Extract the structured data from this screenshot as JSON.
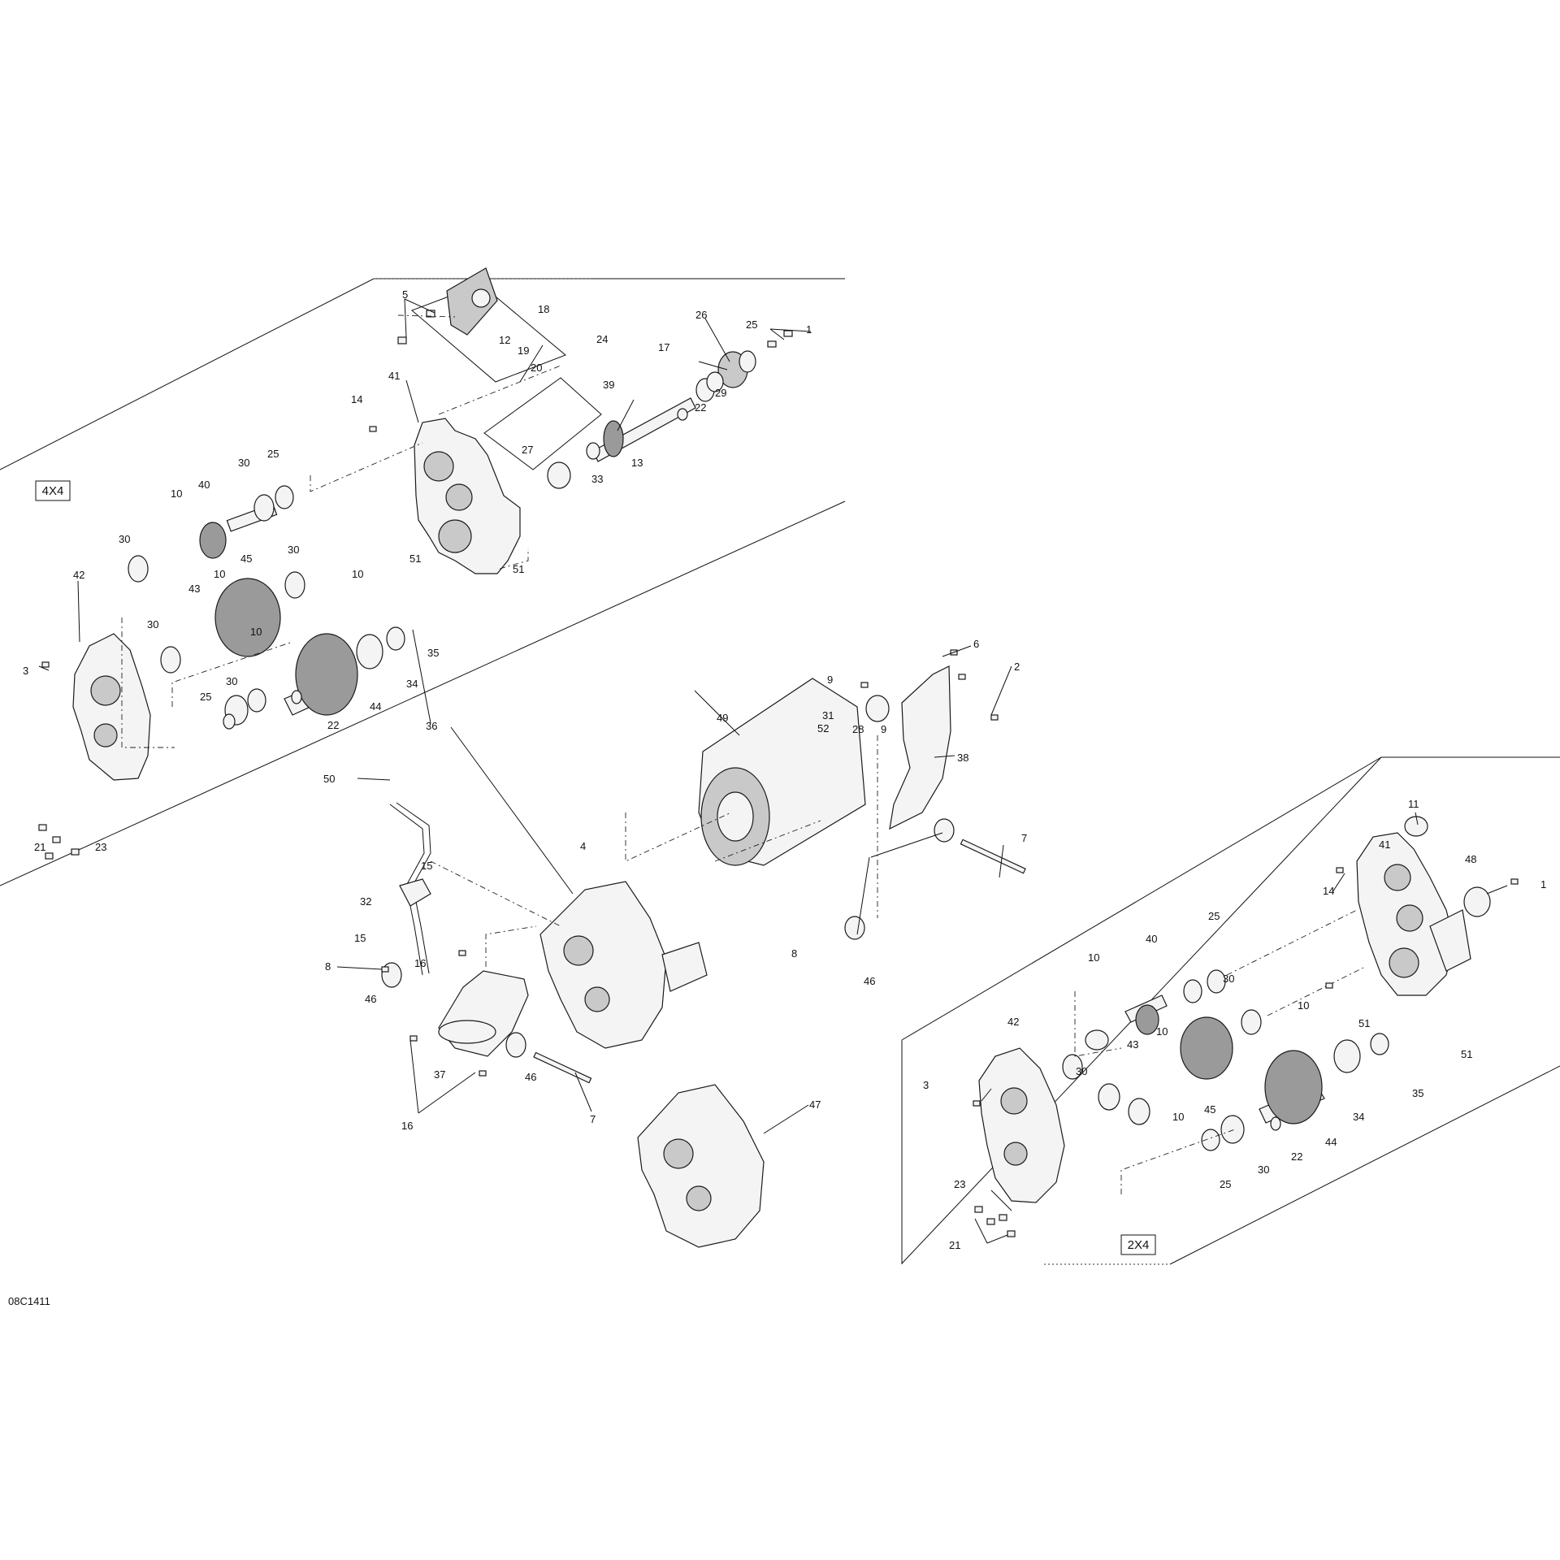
{
  "variant_labels": {
    "four_by_four": "4X4",
    "two_by_four": "2X4"
  },
  "drawing_code": "08C1411",
  "callouts": {
    "top": [
      "5",
      "18",
      "12",
      "19",
      "20",
      "24",
      "26",
      "25",
      "1",
      "17",
      "39",
      "29",
      "22",
      "41",
      "14",
      "27",
      "13",
      "33",
      "30",
      "25",
      "40",
      "10",
      "30",
      "45",
      "30",
      "10",
      "43",
      "10",
      "51",
      "51",
      "42",
      "30",
      "10",
      "3",
      "25",
      "30",
      "44",
      "22",
      "34",
      "35",
      "21",
      "23"
    ],
    "middle": [
      "6",
      "2",
      "9",
      "31",
      "52",
      "28",
      "9",
      "49",
      "38",
      "36",
      "50",
      "4",
      "15",
      "32",
      "15",
      "7",
      "8",
      "16",
      "46",
      "8",
      "46",
      "37",
      "46",
      "7",
      "16",
      "47"
    ],
    "bottom": [
      "11",
      "41",
      "48",
      "1",
      "14",
      "25",
      "40",
      "10",
      "30",
      "42",
      "10",
      "43",
      "10",
      "51",
      "51",
      "3",
      "30",
      "10",
      "45",
      "34",
      "35",
      "44",
      "22",
      "30",
      "25",
      "23",
      "21"
    ]
  }
}
